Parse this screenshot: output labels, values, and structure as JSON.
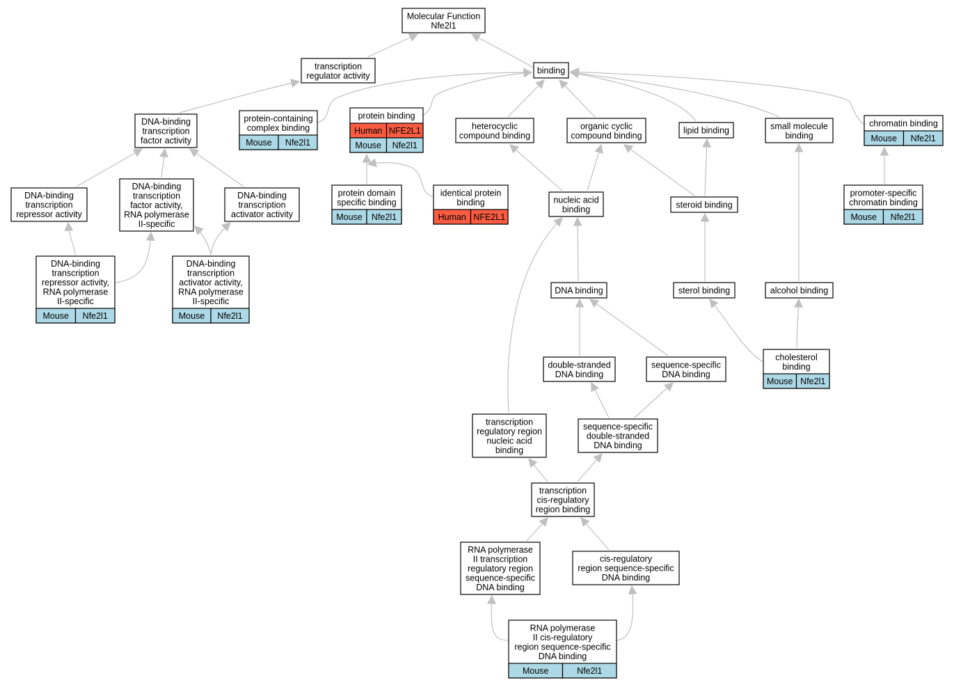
{
  "colors": {
    "mouse": "#add8e6",
    "human": "#fa5c42",
    "edge": "#c0c0c0",
    "border": "#000000"
  },
  "nodes": {
    "mf": {
      "lines": [
        "Molecular Function",
        "Nfe2l1"
      ]
    },
    "tra": {
      "lines": [
        "transcription",
        "regulator activity"
      ]
    },
    "bind": {
      "lines": [
        "binding"
      ]
    },
    "dbtfa": {
      "lines": [
        "DNA-binding",
        "transcription",
        "factor activity"
      ]
    },
    "pccb": {
      "lines": [
        "protein-containing",
        "complex binding"
      ],
      "ann": [
        {
          "species": "Mouse",
          "gene": "Nfe2l1"
        }
      ]
    },
    "pb": {
      "lines": [
        "protein binding"
      ],
      "ann": [
        {
          "species": "Human",
          "gene": "NFE2L1"
        },
        {
          "species": "Mouse",
          "gene": "Nfe2l1"
        }
      ]
    },
    "hcb": {
      "lines": [
        "heterocyclic",
        "compound binding"
      ]
    },
    "occb": {
      "lines": [
        "organic cyclic",
        "compound binding"
      ]
    },
    "lb": {
      "lines": [
        "lipid binding"
      ]
    },
    "smb": {
      "lines": [
        "small molecule",
        "binding"
      ]
    },
    "cb": {
      "lines": [
        "chromatin binding"
      ],
      "ann": [
        {
          "species": "Mouse",
          "gene": "Nfe2l1"
        }
      ]
    },
    "dbtra": {
      "lines": [
        "DNA-binding",
        "transcription",
        "repressor activity"
      ]
    },
    "dbtfa2": {
      "lines": [
        "DNA-binding",
        "transcription",
        "factor activity,",
        "RNA polymerase",
        "II-specific"
      ]
    },
    "dbtaa": {
      "lines": [
        "DNA-binding",
        "transcription",
        "activator activity"
      ]
    },
    "pdsb": {
      "lines": [
        "protein domain",
        "specific binding"
      ],
      "ann": [
        {
          "species": "Mouse",
          "gene": "Nfe2l1"
        }
      ]
    },
    "ipb": {
      "lines": [
        "identical protein",
        "binding"
      ],
      "ann": [
        {
          "species": "Human",
          "gene": "NFE2L1"
        }
      ]
    },
    "nab": {
      "lines": [
        "nucleic acid",
        "binding"
      ]
    },
    "stb": {
      "lines": [
        "steroid binding"
      ]
    },
    "pscb": {
      "lines": [
        "promoter-specific",
        "chromatin binding"
      ],
      "ann": [
        {
          "species": "Mouse",
          "gene": "Nfe2l1"
        }
      ]
    },
    "dbtra2": {
      "lines": [
        "DNA-binding",
        "transcription",
        "repressor activity,",
        "RNA polymerase",
        "II-specific"
      ],
      "ann": [
        {
          "species": "Mouse",
          "gene": "Nfe2l1"
        }
      ]
    },
    "dbtaa2": {
      "lines": [
        "DNA-binding",
        "transcription",
        "activator activity,",
        "RNA polymerase",
        "II-specific"
      ],
      "ann": [
        {
          "species": "Mouse",
          "gene": "Nfe2l1"
        }
      ]
    },
    "dnab": {
      "lines": [
        "DNA binding"
      ]
    },
    "sterolb": {
      "lines": [
        "sterol binding"
      ]
    },
    "alcb": {
      "lines": [
        "alcohol binding"
      ]
    },
    "dsdb": {
      "lines": [
        "double-stranded",
        "DNA binding"
      ]
    },
    "ssdb": {
      "lines": [
        "sequence-specific",
        "DNA binding"
      ]
    },
    "cholb": {
      "lines": [
        "cholesterol",
        "binding"
      ],
      "ann": [
        {
          "species": "Mouse",
          "gene": "Nfe2l1"
        }
      ]
    },
    "trrnab": {
      "lines": [
        "transcription",
        "regulatory region",
        "nucleic acid",
        "binding"
      ]
    },
    "ssdsdb": {
      "lines": [
        "sequence-specific",
        "double-stranded",
        "DNA binding"
      ]
    },
    "tcrrb": {
      "lines": [
        "transcription",
        "cis-regulatory",
        "region binding"
      ]
    },
    "rp2trr": {
      "lines": [
        "RNA polymerase",
        "II transcription",
        "regulatory region",
        "sequence-specific",
        "DNA binding"
      ]
    },
    "crrssdb": {
      "lines": [
        "cis-regulatory",
        "region sequence-specific",
        "DNA binding"
      ]
    },
    "rp2crr": {
      "lines": [
        "RNA polymerase",
        "II cis-regulatory",
        "region sequence-specific",
        "DNA binding"
      ],
      "ann": [
        {
          "species": "Mouse",
          "gene": "Nfe2l1"
        }
      ]
    }
  }
}
